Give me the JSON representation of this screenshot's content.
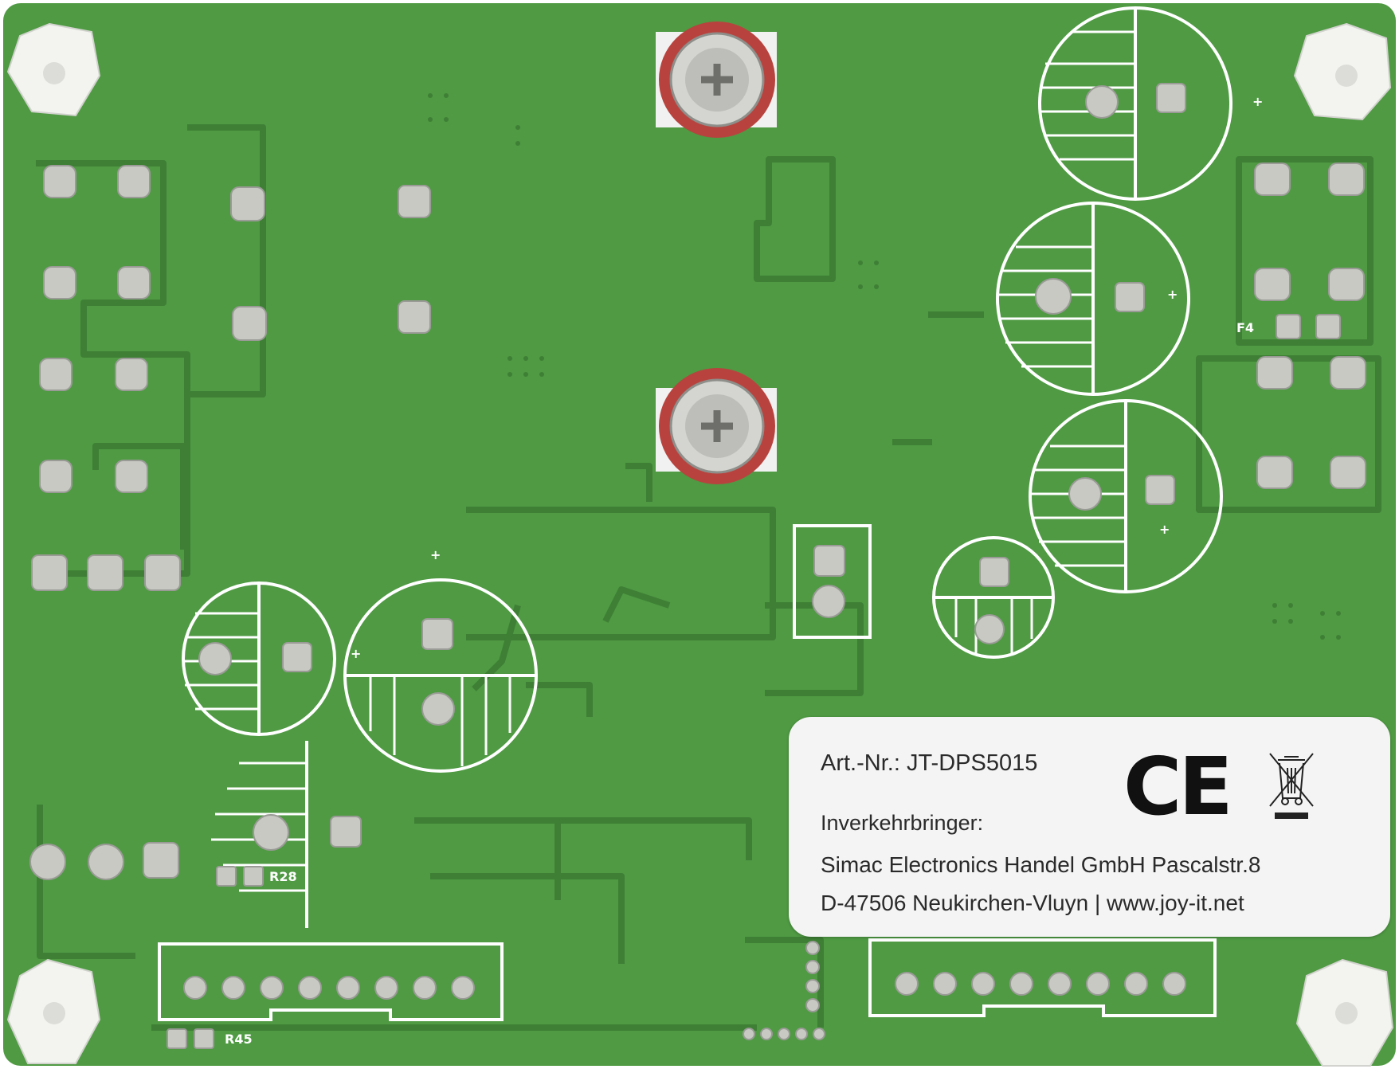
{
  "board": {
    "pcb_color": "#4f9a43",
    "trace_color": "#3e7f35",
    "silkscreen_color": "#ffffff",
    "pad_color": "#c9c9c4",
    "washer_color": "#b8433e"
  },
  "silkscreen": {
    "fuse": "F4",
    "resistor_r28": "R28",
    "resistor_r45": "R45",
    "plus": "+"
  },
  "label": {
    "article": "Art.-Nr.: JT-DPS5015",
    "ce_mark": "CE",
    "distributor_heading": "Inverkehrbringer:",
    "company_line": "Simac Electronics Handel GmbH Pascalstr.8",
    "address_line": "D-47506 Neukirchen-Vluyn | www.joy-it.net",
    "weee_icon": "crossed-bin-icon"
  }
}
